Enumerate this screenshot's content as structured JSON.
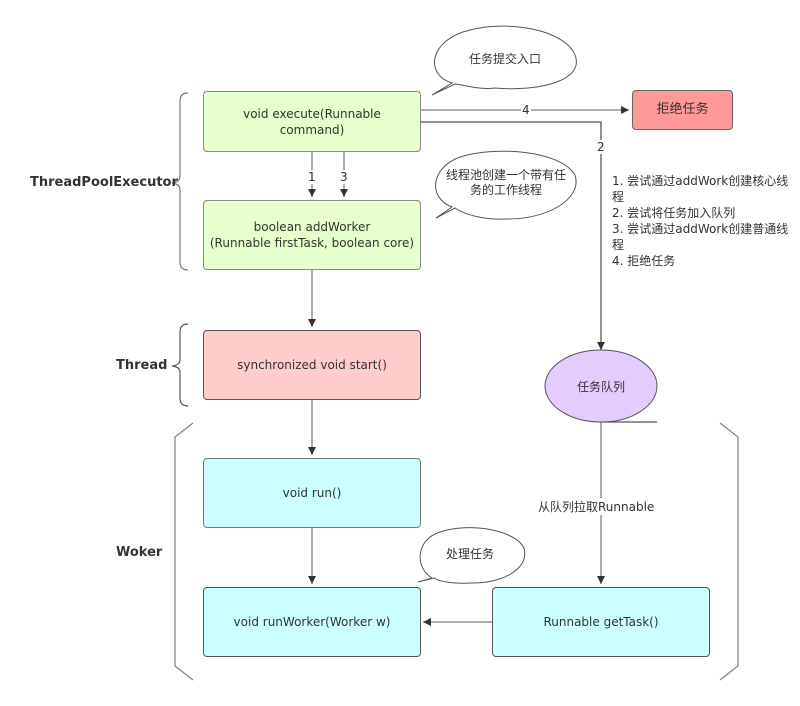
{
  "groups": {
    "thread_pool_executor": "ThreadPoolExecutor",
    "thread": "Thread",
    "worker": "Woker"
  },
  "nodes": {
    "execute": "void execute(Runnable command)",
    "add_worker_line1": "boolean addWorker",
    "add_worker_line2": "(Runnable firstTask, boolean core)",
    "start": "synchronized void start()",
    "run": "void run()",
    "run_worker": "void runWorker(Worker w)",
    "get_task": "Runnable getTask()",
    "reject": "拒绝任务",
    "task_queue": "任务队列"
  },
  "callouts": {
    "entry": "任务提交入口",
    "create_worker": "线程池创建一个带有任务的工作线程",
    "process": "处理任务"
  },
  "edge_labels": {
    "e1": "1",
    "e2": "2",
    "e3": "3",
    "e4": "4",
    "pull": "从队列拉取Runnable"
  },
  "notes": "1. 尝试通过addWork创建核心线程\n2. 尝试将任务加入队列\n3. 尝试通过addWork创建普通线程\n4. 拒绝任务",
  "colors": {
    "executor_fill": "#e6ffcc",
    "thread_fill": "#ffcccc",
    "reject_fill": "#ff9999",
    "worker_fill": "#ccffff",
    "queue_fill": "#e5ccff",
    "line": "#808080",
    "arrow": "#333333"
  }
}
